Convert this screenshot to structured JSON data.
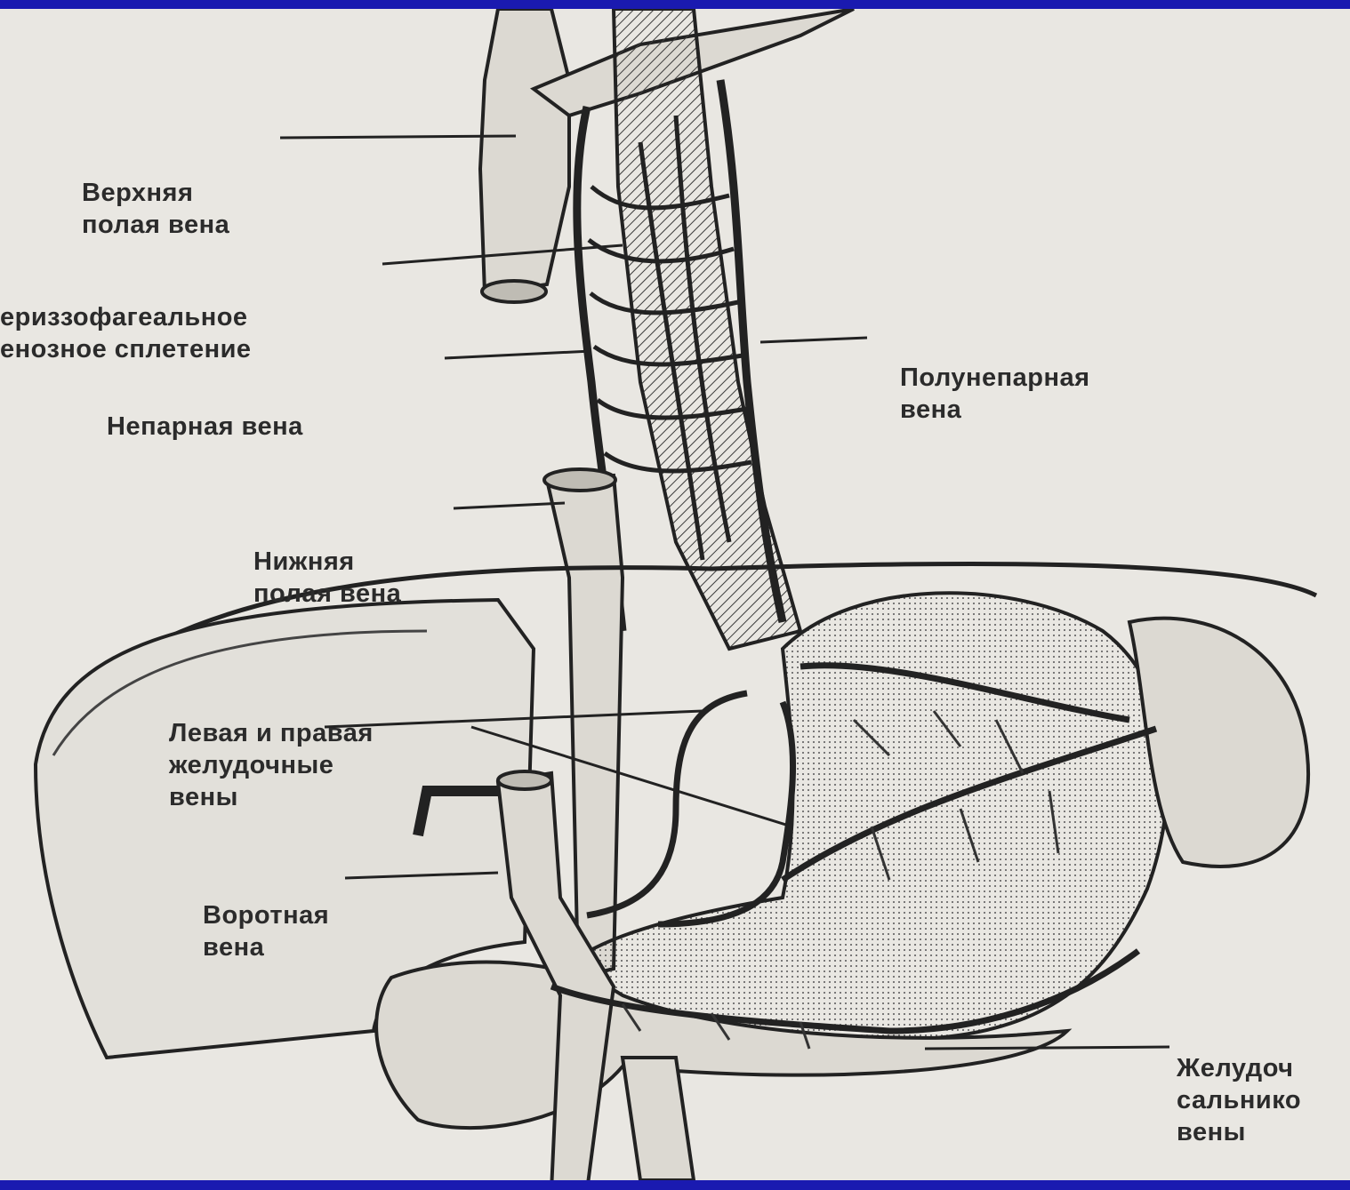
{
  "colors": {
    "frame": "#1a1ab0",
    "paper": "#e9e7e2",
    "ink": "#2b2b2b",
    "organ_fill": "#d6d3cc"
  },
  "labels": {
    "svc": [
      "Верхняя",
      "полая вена"
    ],
    "plexus": [
      "ериззофагеальное",
      "енозное сплетение"
    ],
    "azygos": [
      "Непарная вена"
    ],
    "hemiazygos": [
      "Полунепарная",
      "вена"
    ],
    "ivc": [
      "Нижняя",
      "полая вена"
    ],
    "gastric": [
      "Левая и правая",
      "желудочные",
      "вены"
    ],
    "portal": [
      "Воротная",
      "вена"
    ],
    "gastroepiploic": [
      "Желудоч",
      "сальнико",
      "вены"
    ]
  }
}
